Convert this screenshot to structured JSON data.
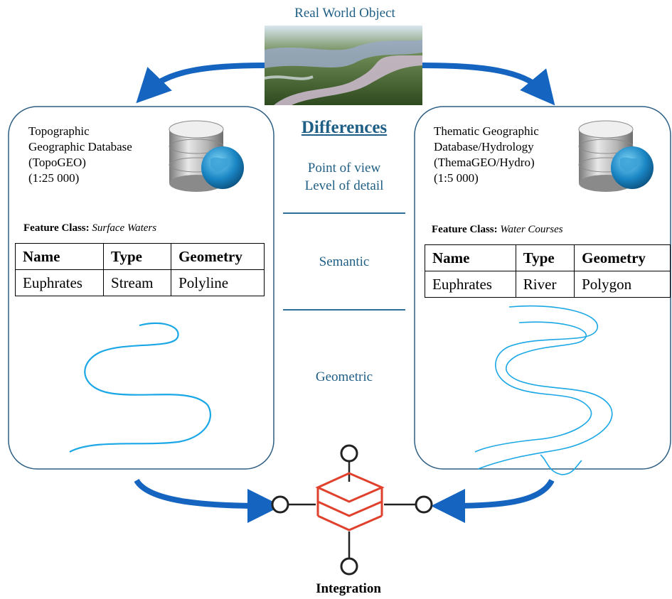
{
  "top": {
    "title": "Real World Object"
  },
  "center": {
    "heading": "Differences",
    "viewpoint_line1": "Point of view",
    "viewpoint_line2": "Level of detail",
    "semantic": "Semantic",
    "geometric": "Geometric"
  },
  "left_db": {
    "title_lines": [
      "Topographic",
      "Geographic Database",
      "(TopoGEO)",
      "(1:25 000)"
    ],
    "feature_label": "Feature Class:",
    "feature_value": "Surface Waters",
    "table": {
      "headers": [
        "Name",
        "Type",
        "Geometry"
      ],
      "row": [
        "Euphrates",
        "Stream",
        "Polyline"
      ]
    }
  },
  "right_db": {
    "title_lines": [
      "Thematic Geographic",
      "Database/Hydrology",
      "(ThemaGEO/Hydro)",
      "(1:5 000)"
    ],
    "feature_label": "Feature Class:",
    "feature_value": "Water Courses",
    "table": {
      "headers": [
        "Name",
        "Type",
        "Geometry"
      ],
      "row": [
        "Euphrates",
        "River",
        "Polygon"
      ]
    }
  },
  "bottom": {
    "title": "Integration"
  },
  "icons": {
    "photo": "river-photo-icon",
    "database": "database-globe-icon",
    "integration": "stacked-layers-hub-icon"
  },
  "colors": {
    "accent_text": "#1f5f86",
    "arrow_blue": "#1565c0",
    "divider": "#2f6e98",
    "river_line": "#1aa7e6",
    "integration_red": "#e0412c"
  }
}
